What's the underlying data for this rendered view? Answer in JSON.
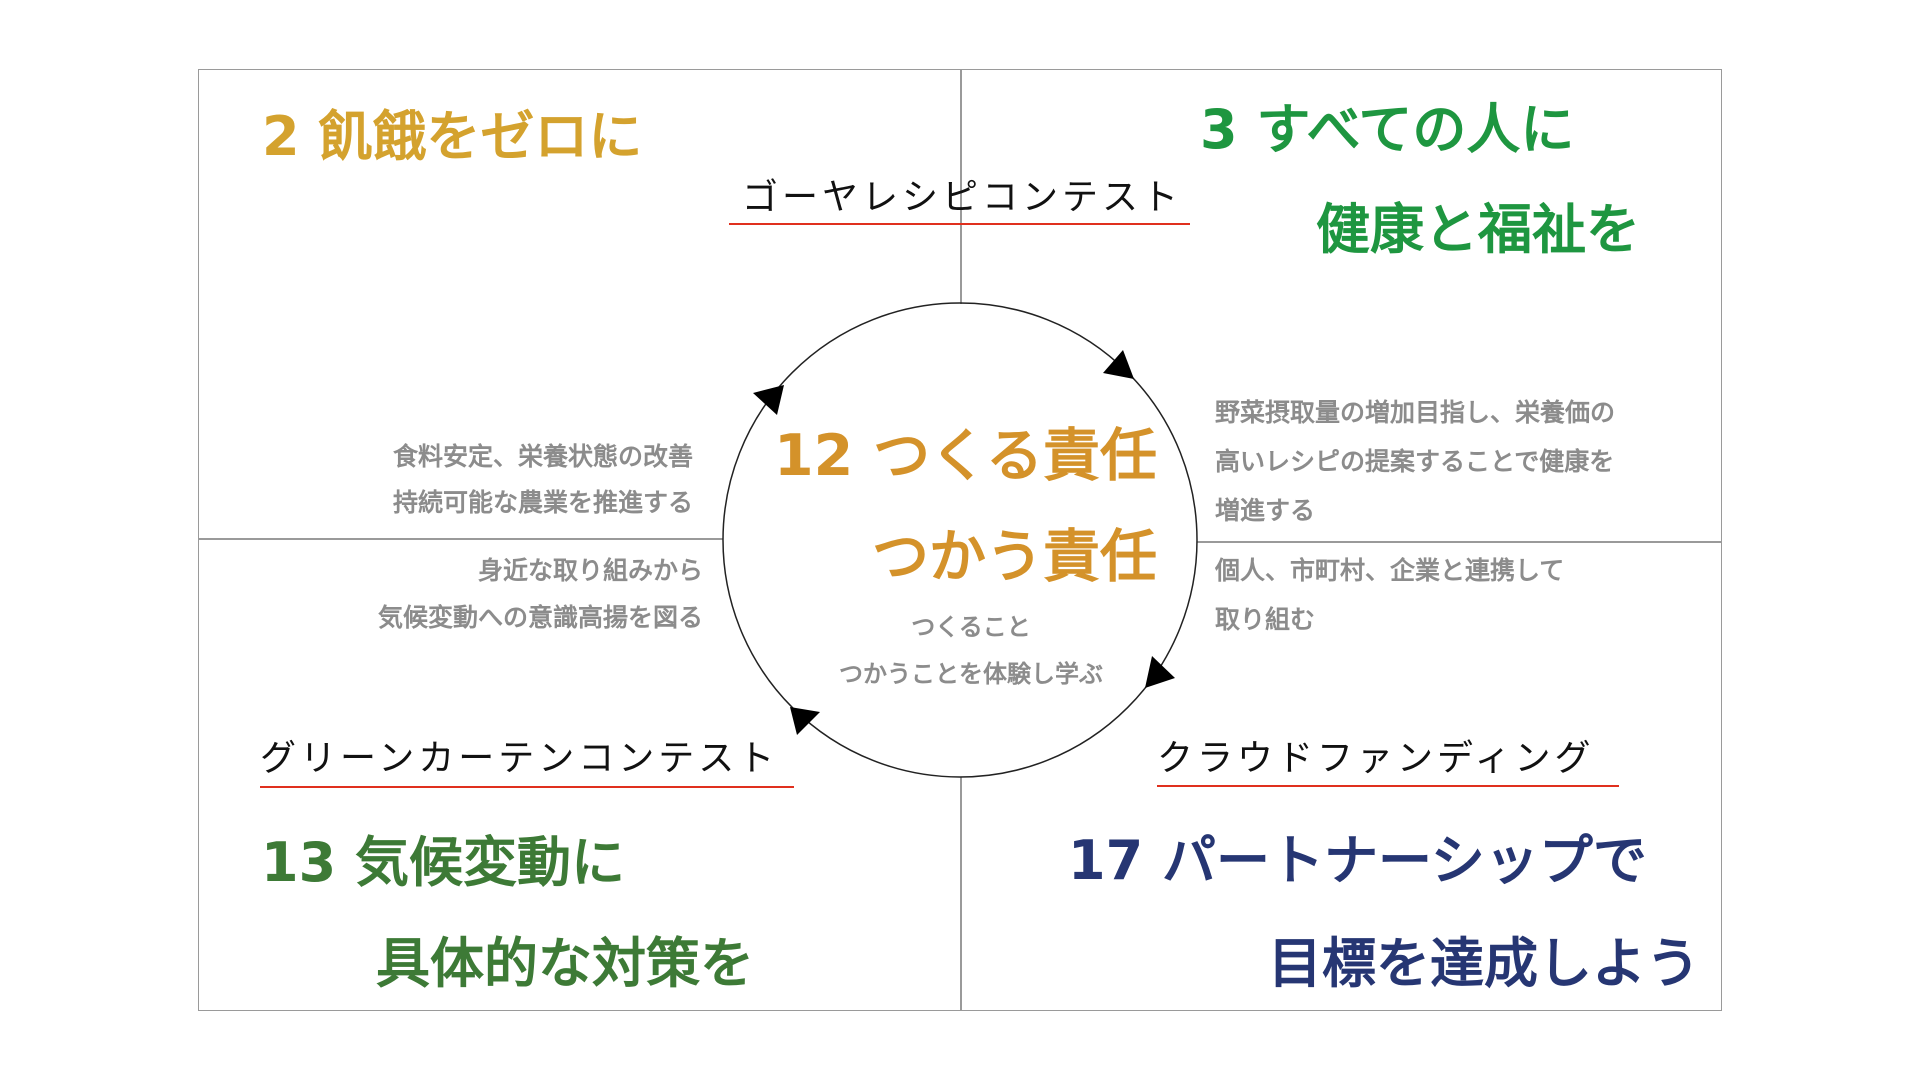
{
  "colors": {
    "goal2": "#d4a22e",
    "goal3": "#1e9640",
    "goal12": "#d4922a",
    "goal13": "#3d7a36",
    "goal17": "#263673",
    "underline": "#e0301e",
    "note": "#8c8c8c"
  },
  "goal2": {
    "title": "2 飢餓をゼロに"
  },
  "goal3": {
    "line1": "3 すべての人に",
    "line2": "健康と福祉を"
  },
  "goal12": {
    "line1": "12 つくる責任",
    "line2": "つかう責任",
    "sub1": "つくること",
    "sub2": "つかうことを体験し学ぶ"
  },
  "goal13": {
    "line1": "13 気候変動に",
    "line2": "具体的な対策を"
  },
  "goal17": {
    "line1": "17 パートナーシップで",
    "line2": "目標を達成しよう"
  },
  "activities": {
    "goya": "ゴーヤレシピコンテスト",
    "green_curtain": "グリーンカーテンコンテスト",
    "crowdfunding": "クラウドファンディング"
  },
  "notes": {
    "food": [
      "食料安定、栄養状態の改善",
      "持続可能な農業を推進する"
    ],
    "climate": [
      "身近な取り組みから",
      "気候変動への意識高揚を図る"
    ],
    "health": [
      "野菜摂取量の増加目指し、栄養価の",
      "高いレシピの提案することで健康を",
      "増進する"
    ],
    "partnership": [
      "個人、市町村、企業と連携して",
      "取り組む"
    ]
  }
}
